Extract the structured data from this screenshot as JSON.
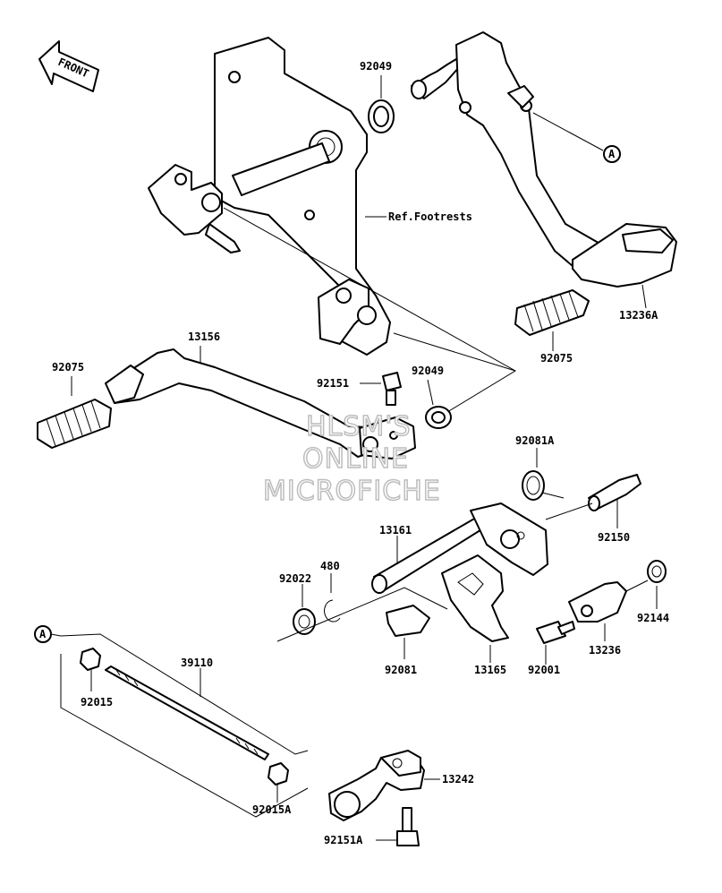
{
  "front_arrow": {
    "text": "FRONT"
  },
  "reference": {
    "text": "Ref.Footrests"
  },
  "callout_ref": "A",
  "watermark": [
    "HLSM'S",
    "ONLINE",
    "MICROFICHE"
  ],
  "parts": {
    "p92049_top": "92049",
    "p13236A": "13236A",
    "p92075_right": "92075",
    "p13156": "13156",
    "p92075_left": "92075",
    "p92151": "92151",
    "p92049_mid": "92049",
    "p92081A": "92081A",
    "p13161": "13161",
    "p92150": "92150",
    "p92022": "92022",
    "p480": "480",
    "p92144": "92144",
    "p13236": "13236",
    "p92001": "92001",
    "p13165": "13165",
    "p92081": "92081",
    "p39110": "39110",
    "p92015": "92015",
    "p92015A": "92015A",
    "p13242": "13242",
    "p92151A": "92151A"
  }
}
